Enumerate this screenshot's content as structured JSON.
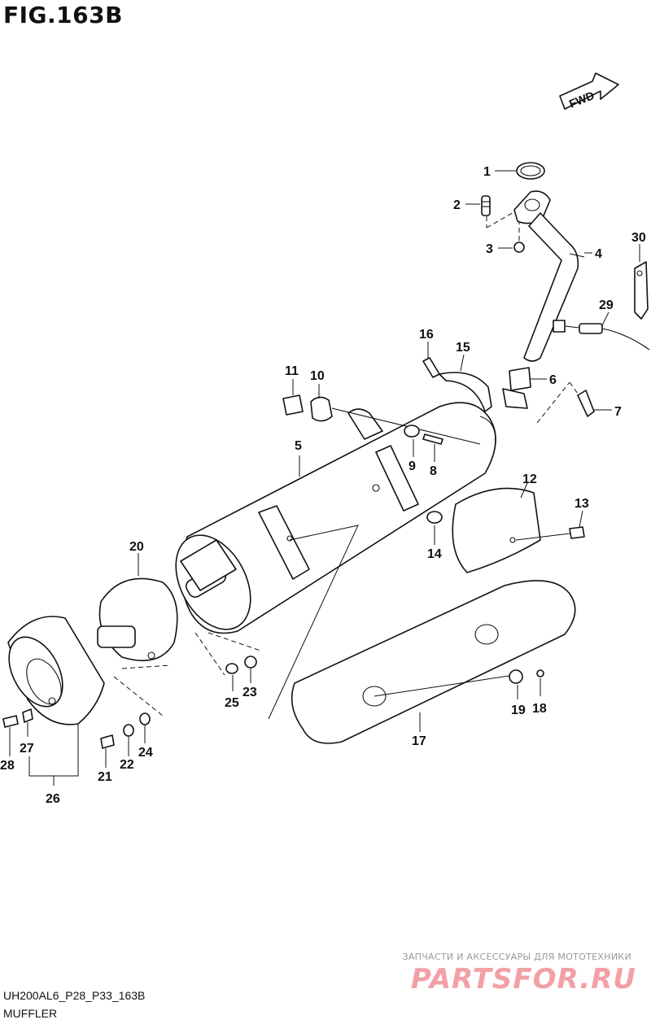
{
  "figure": {
    "title": "FIG.163B",
    "fwd_label": "FWD",
    "model_code": "UH200AL6_P28_P33_163B",
    "section_name": "MUFFLER"
  },
  "part_numbers": [
    "1",
    "2",
    "3",
    "4",
    "5",
    "6",
    "7",
    "8",
    "9",
    "10",
    "11",
    "12",
    "13",
    "14",
    "15",
    "16",
    "17",
    "18",
    "19",
    "20",
    "21",
    "22",
    "23",
    "24",
    "25",
    "26",
    "27",
    "28",
    "29",
    "30"
  ],
  "watermark": {
    "tagline": "ЗАПЧАСТИ И АКСЕССУАРЫ ДЛЯ МОТОТЕХНИКИ",
    "brand": "PARTSFOR.RU",
    "color": "#f2a0a6"
  }
}
